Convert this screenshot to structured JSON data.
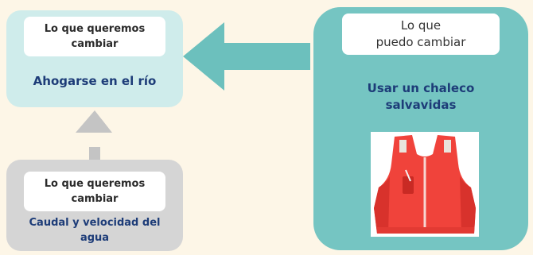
{
  "goal": {
    "label_line1": "Lo que queremos",
    "label_line2": "cambiar",
    "text": "Ahogarse en el río"
  },
  "cause": {
    "label_line1": "Lo que queremos",
    "label_line2": "cambiar",
    "text_line1": "Caudal y velocidad del",
    "text_line2": "agua"
  },
  "change": {
    "label_line1": "Lo que",
    "label_line2": "puedo cambiar",
    "text_line1": "Usar un chaleco",
    "text_line2": "salvavidas"
  },
  "colors": {
    "background": "#fdf6e7",
    "goal_box": "#cfeceb",
    "cause_box": "#d5d5d5",
    "change_box": "#75c5c2",
    "arrow_teal": "#6cc0bd",
    "arrow_gray": "#c4c4c4",
    "text_blue": "#1d3c78",
    "vest_red": "#f0433b"
  },
  "icons": [
    "left-arrow",
    "up-arrow",
    "life-vest-image"
  ]
}
